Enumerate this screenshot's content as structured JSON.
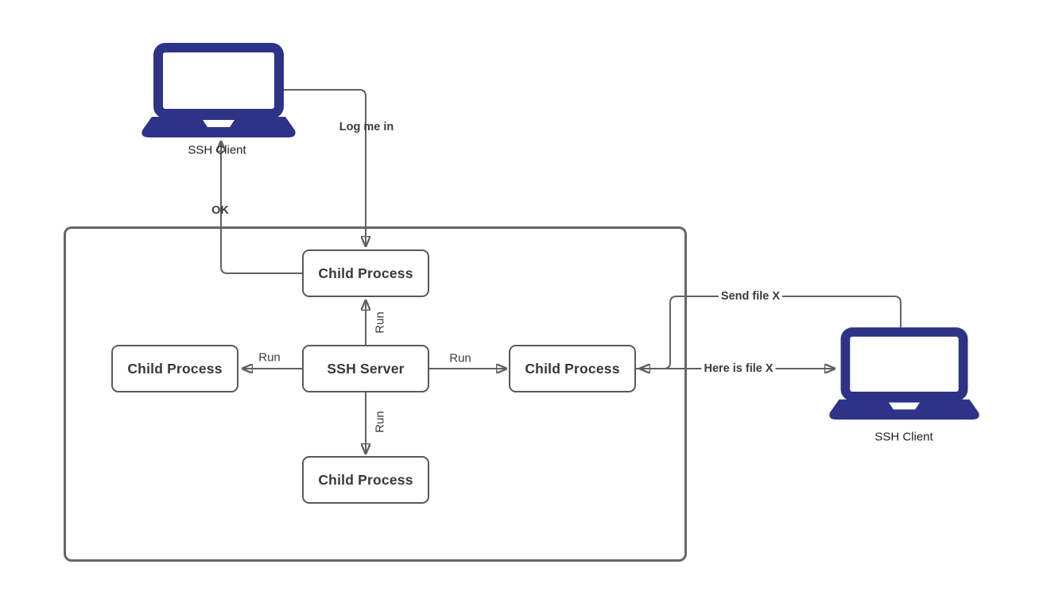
{
  "nodes": {
    "child_top": "Child Process",
    "child_left": "Child Process",
    "ssh_server": "SSH Server",
    "child_right": "Child Process",
    "child_bottom": "Child Process"
  },
  "clients": {
    "left_label": "SSH Client",
    "right_label": "SSH Client"
  },
  "edges": {
    "log_me_in": "Log me in",
    "ok": "OK",
    "run_up": "Run",
    "run_left": "Run",
    "run_right": "Run",
    "run_down": "Run",
    "send_file": "Send file X",
    "here_is_file": "Here is file X"
  },
  "colors": {
    "laptop": "#2e3387",
    "wire": "#616161",
    "node_border": "#595959",
    "boundary_border": "#666666",
    "text": "#3b3b3b",
    "canvas": "#ffffff"
  }
}
